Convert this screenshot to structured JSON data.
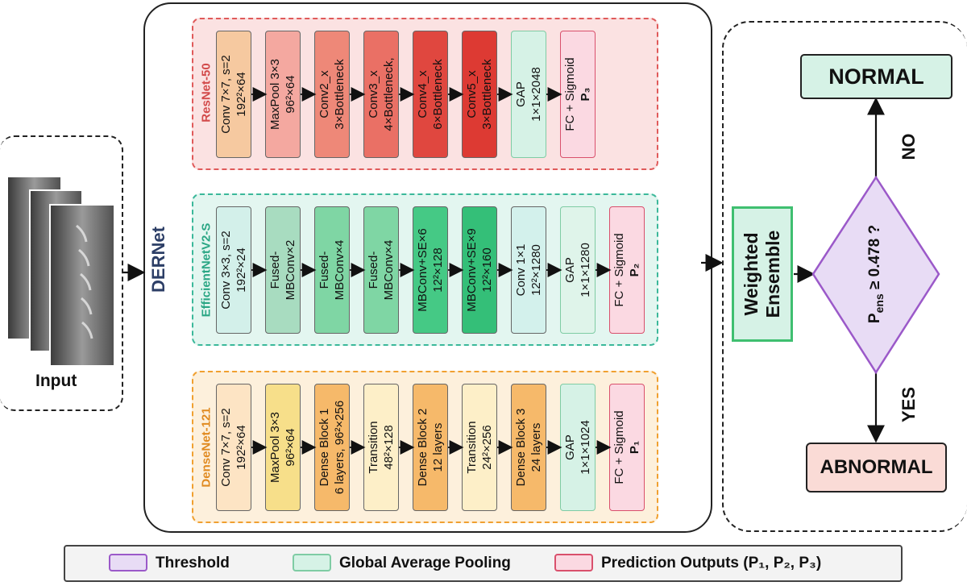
{
  "input": {
    "label": "Input"
  },
  "dernet": {
    "label": "DERNet"
  },
  "branches": [
    {
      "name": "ResNet-50",
      "blocks": [
        {
          "l1": "Conv 7×7, s=2",
          "l2": "192²×64",
          "type": "conv"
        },
        {
          "l1": "MaxPool 3×3",
          "l2": "96²×64",
          "type": "pool"
        },
        {
          "l1": "Conv2_x",
          "l2": "3×Bottleneck",
          "type": "stage1"
        },
        {
          "l1": "Conv3_x",
          "l2": "4×Bottleneck,",
          "type": "stage2"
        },
        {
          "l1": "Conv4_x",
          "l2": "6×Bottleneck",
          "type": "stage3"
        },
        {
          "l1": "Conv5_x",
          "l2": "3×Bottleneck",
          "type": "stage4"
        },
        {
          "l1": "GAP",
          "l2": "1×1×2048",
          "type": "gap"
        },
        {
          "l1": "FC + Sigmoid",
          "l2": "P₃",
          "type": "fc"
        }
      ]
    },
    {
      "name": "EfficientNetV2-S",
      "blocks": [
        {
          "l1": "Conv 3×3, s=2",
          "l2": "192²×24",
          "type": "conv"
        },
        {
          "l1": "Fused-",
          "l2": "MBConv×2",
          "type": "stage1"
        },
        {
          "l1": "Fused-",
          "l2": "MBConv×4",
          "type": "stage2"
        },
        {
          "l1": "Fused-",
          "l2": "MBConv×4",
          "type": "stage2"
        },
        {
          "l1": "MBConv+SE×6",
          "l2": "12²×128",
          "type": "stage3"
        },
        {
          "l1": "MBConv+SE×9",
          "l2": "12²×160",
          "type": "stage4"
        },
        {
          "l1": "Conv 1×1",
          "l2": "12²×1280",
          "type": "pool"
        },
        {
          "l1": "GAP",
          "l2": "1×1×1280",
          "type": "gap"
        },
        {
          "l1": "FC + Sigmoid",
          "l2": "P₂",
          "type": "fc"
        }
      ]
    },
    {
      "name": "DenseNet-121",
      "blocks": [
        {
          "l1": "Conv 7×7, s=2",
          "l2": "192²×64",
          "type": "conv"
        },
        {
          "l1": "MaxPool 3×3",
          "l2": "96²×64",
          "type": "pool"
        },
        {
          "l1": "Dense Block 1",
          "l2": "6 layers, 96²×256",
          "type": "stage3"
        },
        {
          "l1": "Transition",
          "l2": "48²×128",
          "type": "trans"
        },
        {
          "l1": "Dense Block 2",
          "l2": "12 layers",
          "type": "stage3"
        },
        {
          "l1": "Transition",
          "l2": "24²×256",
          "type": "trans"
        },
        {
          "l1": "Dense Block 3",
          "l2": "24 layers",
          "type": "stage3"
        },
        {
          "l1": "GAP",
          "l2": "1×1×1024",
          "type": "gap"
        },
        {
          "l1": "FC + Sigmoid",
          "l2": "P₁",
          "type": "fc"
        }
      ]
    }
  ],
  "ensemble": {
    "line1": "Weighted",
    "line2": "Ensemble"
  },
  "decision": {
    "text_main": "P",
    "text_sub": "ens",
    "text_rest": " ≥ 0.478 ?"
  },
  "outcomes": {
    "normal": "NORMAL",
    "abnormal": "ABNORMAL",
    "no": "NO",
    "yes": "YES"
  },
  "legend": [
    {
      "label": "Threshold",
      "color": "#e8dcf5",
      "border": "#9b59c9"
    },
    {
      "label": "Global Average Pooling",
      "color": "#d6f2e6",
      "border": "#7fcca4"
    },
    {
      "label": "Prediction Outputs (P₁, P₂, P₃)",
      "color": "#fbd9e2",
      "border": "#d9506c"
    }
  ],
  "colors": {
    "resnet": {
      "bg": "#fbe2e2",
      "border": "#e05a5a",
      "label": "#d24a4a",
      "conv": "#f6c9a0",
      "pool": "#f4a8a0",
      "stage1": "#ee8878",
      "stage2": "#ea7065",
      "stage3": "#e0473f",
      "stage4": "#dd3a33",
      "gap": "#d6f2e6",
      "fc": "#fbd9e2"
    },
    "efficient": {
      "bg": "#e3f6f0",
      "border": "#3bb89a",
      "label": "#2aa684",
      "conv": "#d3f0ea",
      "stage1": "#a8dcc0",
      "stage2": "#7fd6a4",
      "stage3": "#45c985",
      "stage4": "#34bf78",
      "pool": "#d3f1ec",
      "gap": "#dff4ea",
      "fc": "#fbd9e2"
    },
    "dense": {
      "bg": "#fdf0dc",
      "border": "#f0a030",
      "label": "#e08a20",
      "conv": "#fde4c4",
      "pool": "#f7df8a",
      "stage3": "#f6b96a",
      "trans": "#fdefc8",
      "gap": "#d6f2e6",
      "fc": "#fbd9e2"
    }
  }
}
